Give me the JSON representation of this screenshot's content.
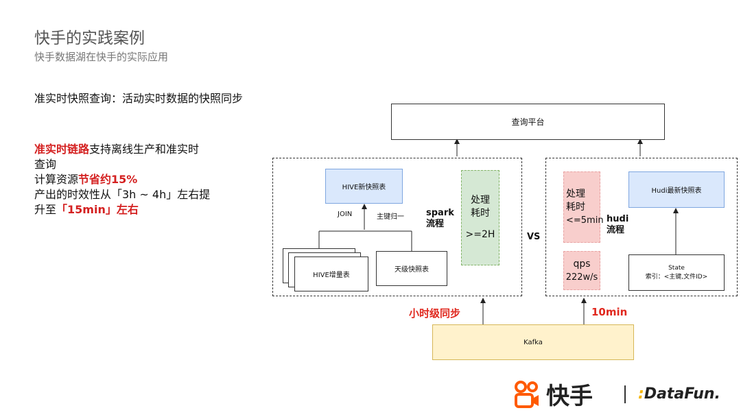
{
  "slide": {
    "title": "快手的实践案例",
    "subtitle": "快手数据湖在快手的实际应用",
    "headline": "准实时快照查询：活动实时数据的快照同步",
    "bullets": {
      "line1_red": "准实时链路",
      "line1_rest": "支持离线生产和准实时",
      "line2": "查询",
      "line3_prefix": "计算资源",
      "line3_red": "节省约15%",
      "line4": "产出的时效性从「3h ~ 4h」左右提",
      "line5_prefix": "升至",
      "line5_red": "「15min」左右"
    }
  },
  "diagram": {
    "query_platform": "查询平台",
    "spark": {
      "hive_snapshot": "HIVE新快照表",
      "join": "JOIN",
      "pk_merge": "主键归一",
      "hive_incremental": "HIVE增量表",
      "daily_snapshot": "天级快照表",
      "label_line1": "spark",
      "label_line2": "流程",
      "cost_title_1": "处理",
      "cost_title_2": "耗时",
      "cost_value": ">=2H"
    },
    "vs": "VS",
    "hudi": {
      "latest_snapshot": "Hudi最新快照表",
      "state_title": "State",
      "state_index": "索引：<主键,文件ID>",
      "label_line1": "hudi",
      "label_line2": "流程",
      "cost_title_1": "处理",
      "cost_title_2": "耗时",
      "cost_value": "<=5min",
      "qps_title": "qps",
      "qps_value": "222w/s"
    },
    "kafka": "Kafka",
    "hourly_sync": "小时级同步",
    "ten_min": "10min"
  },
  "logos": {
    "kuaishou": "快手",
    "datafun_prefix": ":",
    "datafun": "DataFun."
  },
  "colors": {
    "accent_red": "#d42020",
    "blue_box": "#dae8fc",
    "green_box": "#d5e8d4",
    "pink_box": "#f8cecc",
    "yellow_box": "#fff2cc"
  }
}
